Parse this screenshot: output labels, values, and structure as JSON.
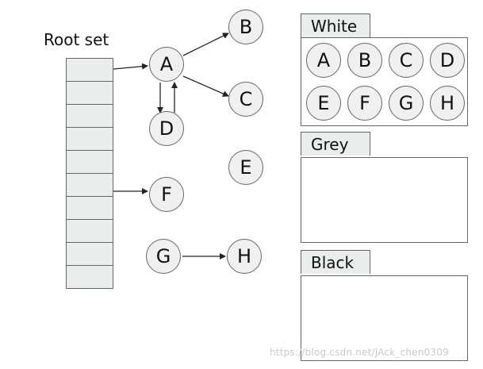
{
  "root_set": {
    "label": "Root set",
    "cell_count": 10
  },
  "graph": {
    "nodes": {
      "A": "A",
      "B": "B",
      "C": "C",
      "D": "D",
      "E": "E",
      "F": "F",
      "G": "G",
      "H": "H"
    },
    "edges": [
      {
        "from": "root-0",
        "to": "A"
      },
      {
        "from": "A",
        "to": "B"
      },
      {
        "from": "A",
        "to": "C"
      },
      {
        "from": "A",
        "to": "D"
      },
      {
        "from": "D",
        "to": "A"
      },
      {
        "from": "root-5",
        "to": "F"
      },
      {
        "from": "G",
        "to": "H"
      }
    ]
  },
  "panels": {
    "white": {
      "title": "White",
      "nodes": [
        "A",
        "B",
        "C",
        "D",
        "E",
        "F",
        "G",
        "H"
      ]
    },
    "grey": {
      "title": "Grey",
      "nodes": []
    },
    "black": {
      "title": "Black",
      "nodes": []
    }
  },
  "watermark": "https://blog.csdn.net/JAck_chen0309",
  "colors": {
    "node_fill": "#eef1ee",
    "stroke": "#666666",
    "tab_fill": "#e9eeea",
    "arrow": "#222222"
  }
}
